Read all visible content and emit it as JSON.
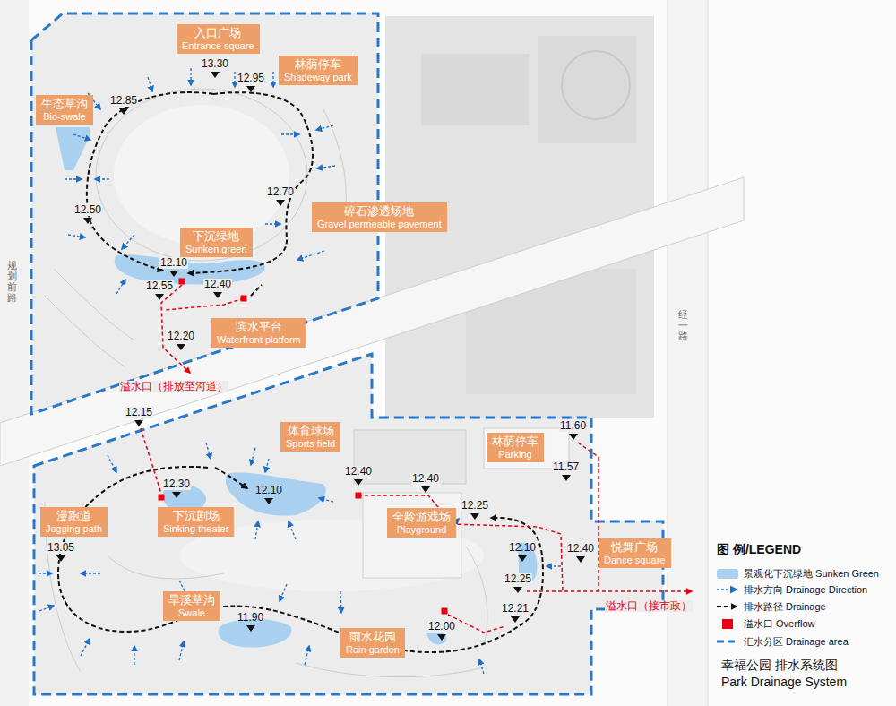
{
  "diagram": {
    "title": "幸福公园 排水系统图",
    "nodes": [
      {
        "text": [
          "入口广场",
          "Entrance square"
        ]
      },
      {
        "text": [
          "林荫停车",
          "Shadeway park"
        ]
      },
      {
        "text": [
          "生态草沟",
          "Bio-swale"
        ]
      },
      {
        "text": [
          "碎石渗透场地",
          "Gravel permeable pavement"
        ]
      },
      {
        "text": [
          "下沉绿地",
          "Sunken green"
        ]
      },
      {
        "text": [
          "滨水平台",
          "Waterfront platform"
        ]
      },
      {
        "text": [
          "体育球场",
          "Sports field"
        ]
      },
      {
        "text": [
          "林荫停车",
          "Parking"
        ]
      },
      {
        "text": [
          "漫跑道",
          "Jogging path"
        ]
      },
      {
        "text": [
          "下沉剧场",
          "Sinking theater"
        ]
      },
      {
        "text": [
          "全龄游戏场",
          "Playground"
        ]
      },
      {
        "text": [
          "悦舞广场",
          "Dance square"
        ]
      },
      {
        "text": [
          "旱溪草沟",
          "Swale"
        ]
      },
      {
        "text": [
          "雨水花园",
          "Rain garden"
        ]
      }
    ],
    "labels": [
      "13.30",
      "12.95",
      "12.85",
      "12.70",
      "12.50",
      "12.10",
      "12.55",
      "12.40",
      "12.20",
      "溢水口（排放至河道）",
      "12.15",
      "12.30",
      "12.10",
      "12.40",
      "12.40",
      "12.25",
      "11.60",
      "11.57",
      "13.05",
      "12.10",
      "12.40",
      "12.25",
      "12.21",
      "11.90",
      "12.00",
      "溢水口（接市政）",
      "规划前路",
      "经一路",
      "图 例/LEGEND",
      "Park Drainage System"
    ],
    "legend": [
      {
        "text": "景观化下沉绿地 Sunken Green",
        "color": "#a9d0ef"
      },
      {
        "text": "排水方向 Drainage Direction"
      },
      {
        "text": "排水路径 Drainage"
      },
      {
        "text": "溢水口 Overflow",
        "color": "#e60012"
      },
      {
        "text": "汇水分区 Drainage area"
      }
    ]
  }
}
